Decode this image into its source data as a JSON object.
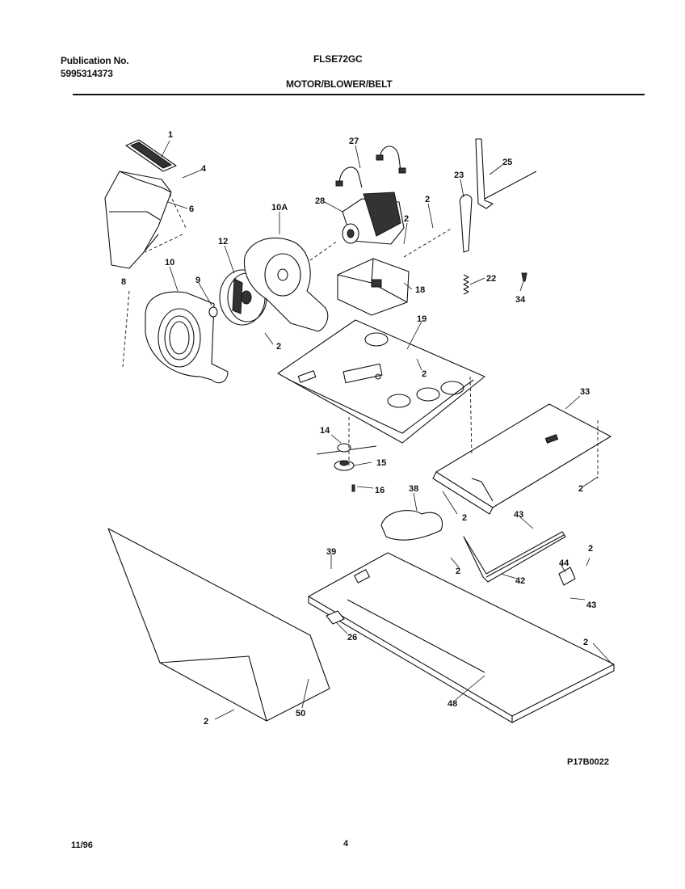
{
  "header": {
    "publication_label": "Publication No.",
    "publication_number": "5995314373",
    "model": "FLSE72GC",
    "section_title": "MOTOR/BLOWER/BELT"
  },
  "diagram": {
    "drawing_id": "P17B0022",
    "callouts": [
      "1",
      "4",
      "6",
      "10",
      "10A",
      "12",
      "9",
      "8",
      "2",
      "27",
      "28",
      "2",
      "2",
      "23",
      "25",
      "18",
      "22",
      "34",
      "19",
      "2",
      "33",
      "14",
      "15",
      "16",
      "38",
      "2",
      "2",
      "43",
      "39",
      "2",
      "42",
      "44",
      "2",
      "43",
      "26",
      "2",
      "48",
      "50",
      "2"
    ]
  },
  "footer": {
    "date": "11/96",
    "page": "4"
  }
}
